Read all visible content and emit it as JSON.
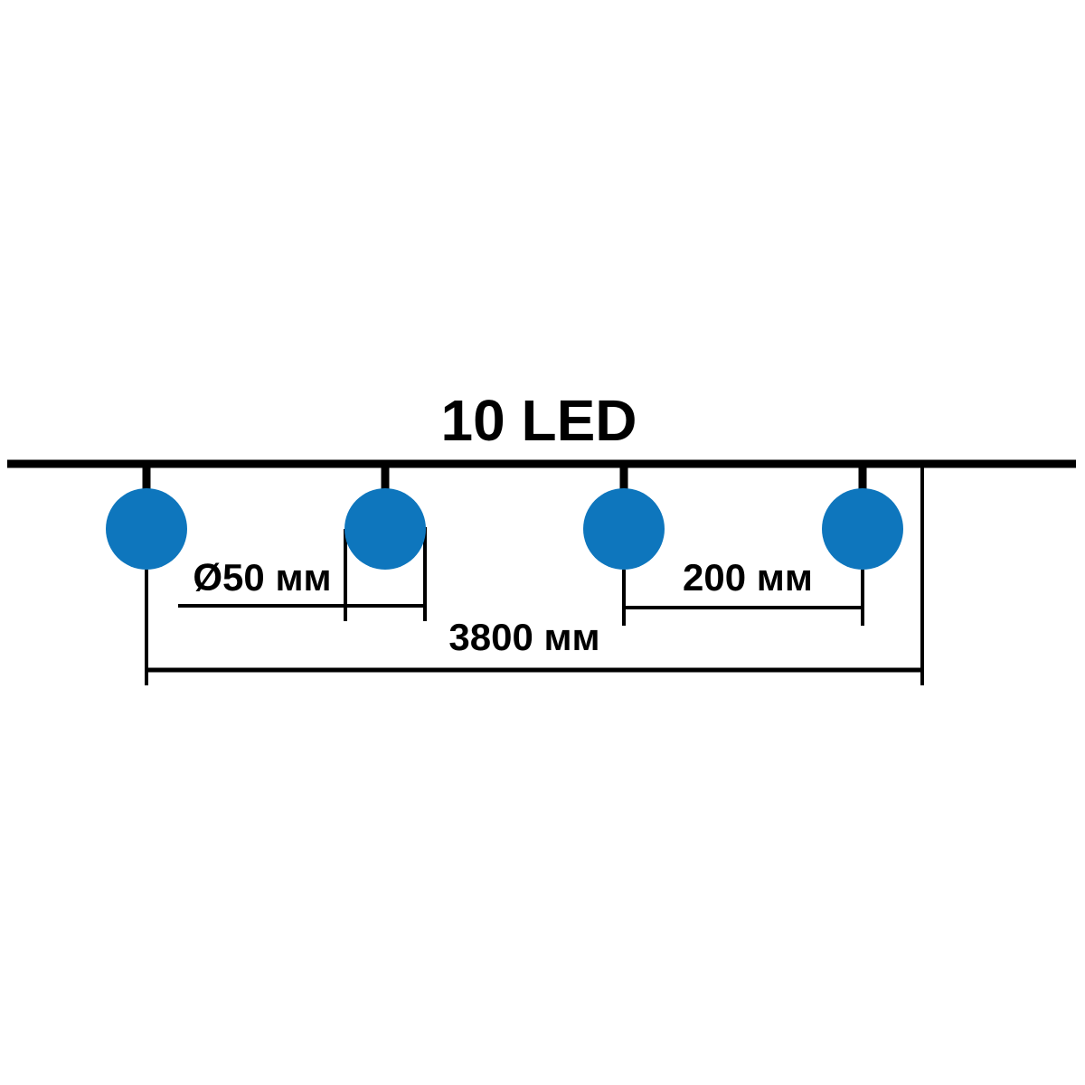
{
  "diagram": {
    "title": "10 LED",
    "led_count": "10",
    "dimensions": {
      "bulb_diameter": {
        "label": "Ø50 мм",
        "value_mm": 50
      },
      "bulb_spacing": {
        "label": "200 мм",
        "value_mm": 200
      },
      "total_length": {
        "label": "3800 мм",
        "value_mm": 3800
      }
    },
    "colors": {
      "bulb": "#0e76bd",
      "line": "#000000",
      "background": "#ffffff"
    },
    "bulbs_shown": 4
  }
}
